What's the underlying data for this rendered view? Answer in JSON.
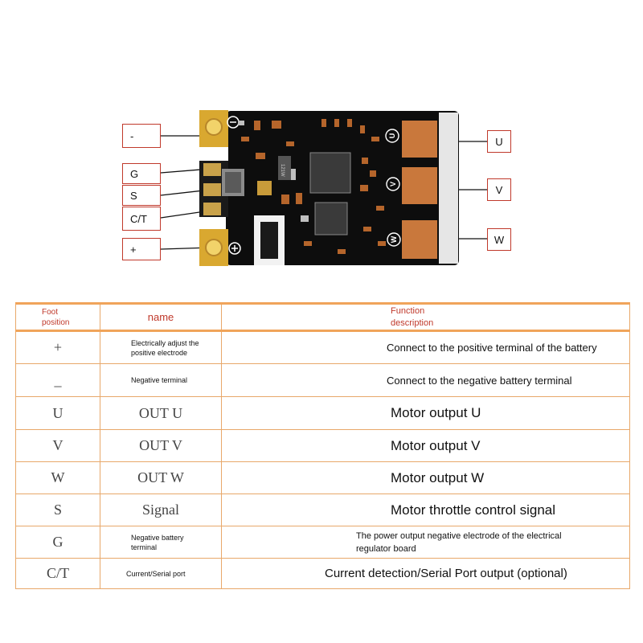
{
  "diagram": {
    "left_labels": [
      "-",
      "G",
      "S",
      "C/T",
      "+"
    ],
    "right_labels": [
      "U",
      "V",
      "W"
    ],
    "board_marks": {
      "minus": "⊖",
      "plus": "⊕",
      "u": "U",
      "v": "V",
      "w": "W",
      "component": "121W"
    },
    "colors": {
      "board": "#0d0d0d",
      "copper": "#c9783c",
      "gold": "#d9a830",
      "label_border": "#c0392b",
      "table_border": "#f0a45a"
    }
  },
  "table": {
    "headers": {
      "position": [
        "Foot",
        "position"
      ],
      "name": "name",
      "function": [
        "Function",
        "description"
      ]
    },
    "rows": [
      {
        "position": "+",
        "name": [
          "Electrically adjust the",
          "positive electrode"
        ],
        "function": "Connect to the positive terminal of the battery",
        "style": "small"
      },
      {
        "position": "_",
        "name": [
          "Negative terminal"
        ],
        "function": "Connect to the negative battery terminal",
        "style": "small"
      },
      {
        "position": "U",
        "name": [
          "OUT U"
        ],
        "function": "Motor output U",
        "style": "big"
      },
      {
        "position": "V",
        "name": [
          "OUT V"
        ],
        "function": "Motor output V",
        "style": "big"
      },
      {
        "position": "W",
        "name": [
          "OUT W"
        ],
        "function": "Motor output W",
        "style": "big"
      },
      {
        "position": "S",
        "name": [
          "Signal"
        ],
        "function": "Motor throttle control signal",
        "style": "big"
      },
      {
        "position": "G",
        "name": [
          "Negative battery",
          "terminal"
        ],
        "function": [
          "The power output negative electrode of the electrical",
          "regulator board"
        ],
        "style": "tiny"
      },
      {
        "position": "C/T",
        "name": [
          "Current/Serial port"
        ],
        "function": "Current detection/Serial Port output (optional)",
        "style": "medium"
      }
    ]
  }
}
